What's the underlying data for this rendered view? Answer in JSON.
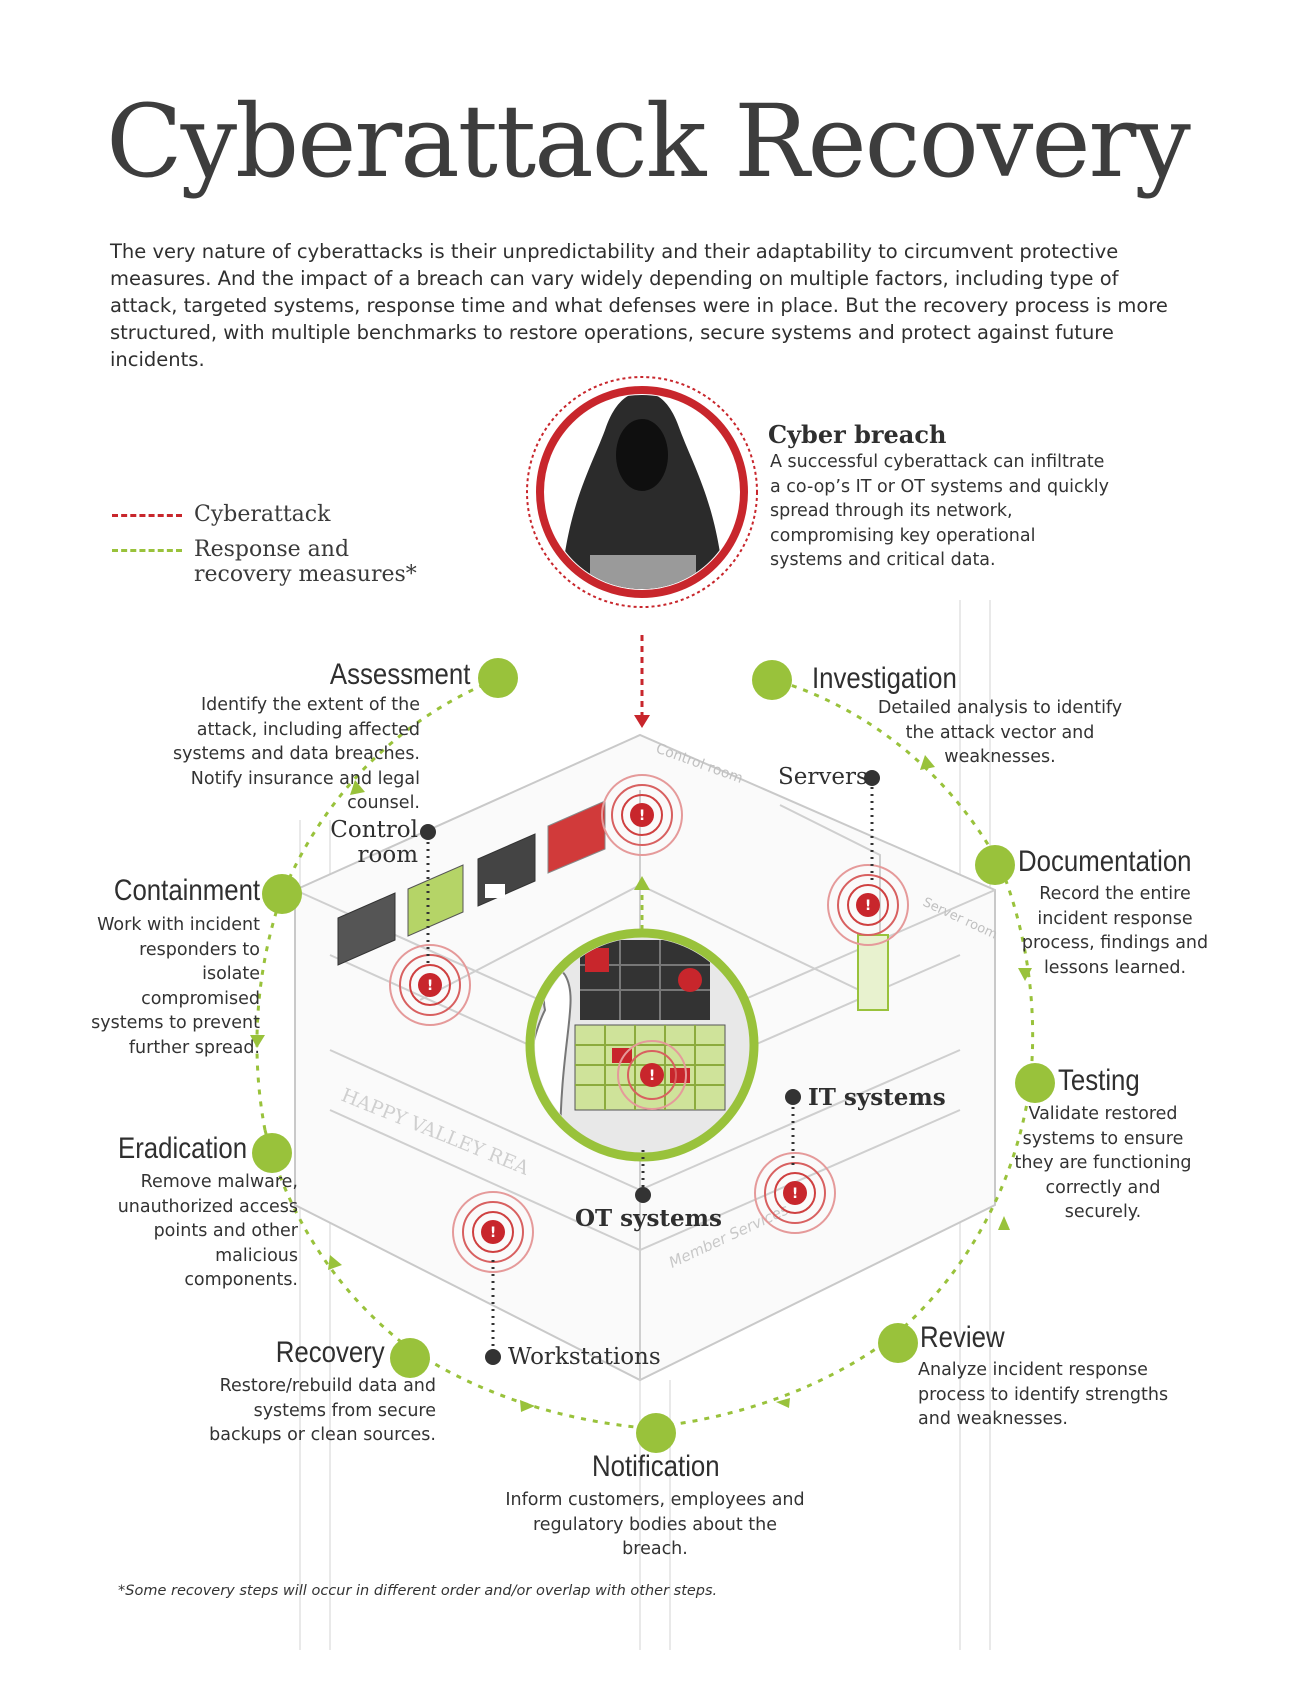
{
  "title": "Cyberattack Recovery",
  "intro": "The very nature of cyberattacks is their unpredictability and their adaptability to circumvent protective measures. And the impact of a breach can vary widely depending on multiple factors, including type of attack, targeted systems, response time and what defenses were in place.  But the recovery process is more structured, with multiple benchmarks to restore operations, secure systems and protect against future incidents.",
  "legend": {
    "cyberattack": "Cyberattack",
    "response": "Response and recovery measures*"
  },
  "breach": {
    "title": "Cyber breach",
    "text": "A successful cyberattack can infiltrate a co-op’s IT or OT systems and quickly spread through its network, compromising key operational systems and critical data."
  },
  "steps": {
    "assessment": {
      "title": "Assessment",
      "text": "Identify the extent of the attack, including affected systems and data breaches.  Notify insurance and legal counsel."
    },
    "investigation": {
      "title": "Investigation",
      "text": "Detailed analysis to identify the attack vector and weaknesses."
    },
    "containment": {
      "title": "Containment",
      "text": "Work with incident responders to isolate compromised systems to prevent further spread."
    },
    "documentation": {
      "title": "Documentation",
      "text": "Record the entire incident response process, findings and lessons learned."
    },
    "eradication": {
      "title": "Eradication",
      "text": "Remove malware, unauthorized access points and other malicious components."
    },
    "testing": {
      "title": "Testing",
      "text": "Validate restored systems to ensure they are functioning correctly and securely."
    },
    "recovery": {
      "title": "Recovery",
      "text": "Restore/rebuild data and systems from secure backups or clean sources."
    },
    "review": {
      "title": "Review",
      "text": "Analyze incident response process to identify strengths and weaknesses."
    },
    "notification": {
      "title": "Notification",
      "text": "Inform customers, employees and regulatory bodies about the breach."
    }
  },
  "callouts": {
    "control_room": "Control room",
    "servers": "Servers",
    "it_systems": "IT systems",
    "ot_systems": "OT systems",
    "workstations": "Workstations"
  },
  "building": {
    "control_room_sign": "Control room",
    "server_room_sign": "Server room",
    "member_services_sign": "Member Services",
    "logo_text": "HAPPY VALLEY REA"
  },
  "footnote": "*Some recovery steps will occur in different order and/or overlap with other steps.",
  "colors": {
    "attack": "#c8262c",
    "response": "#99c23b",
    "text": "#333333"
  }
}
